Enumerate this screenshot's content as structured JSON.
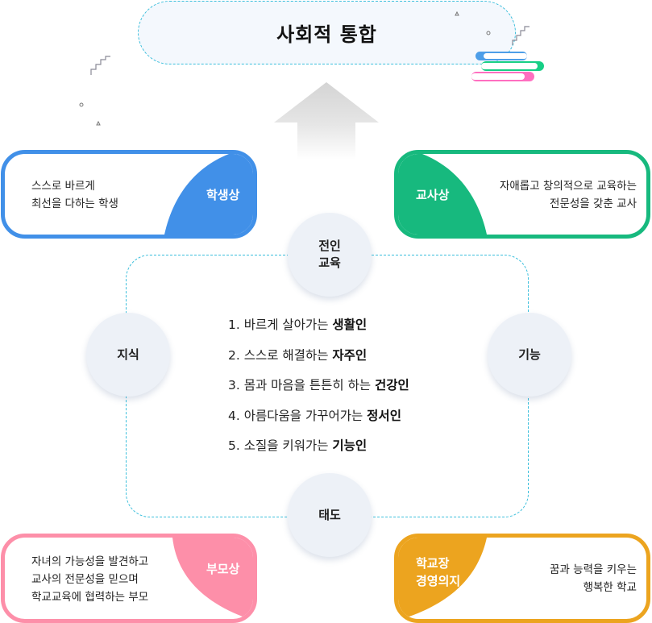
{
  "goal": {
    "title": "사회적 통합"
  },
  "cards": {
    "student": {
      "tag": "학생상",
      "lines": [
        "스스로 바르게",
        "최선을 다하는 학생"
      ],
      "color": "#4190e8"
    },
    "teacher": {
      "tag": "교사상",
      "lines": [
        "자애롭고 창의적으로 교육하는",
        "전문성을 갖춘 교사"
      ],
      "color": "#17b97e"
    },
    "parent": {
      "tag": "부모상",
      "lines": [
        "자녀의 가능성을 발견하고",
        "교사의 전문성을 믿으며",
        "학교교육에 협력하는 부모"
      ],
      "color": "#fd8fa9"
    },
    "school": {
      "tag_lines": [
        "학교장",
        "경영의지"
      ],
      "lines": [
        "꿈과 능력을 키우는",
        "행복한 학교"
      ],
      "color": "#eca41f"
    }
  },
  "circles": {
    "top": {
      "lines": [
        "전인",
        "교육"
      ]
    },
    "left": {
      "label": "지식"
    },
    "right": {
      "label": "기능"
    },
    "bottom": {
      "label": "태도"
    }
  },
  "list": [
    {
      "prefix": "1. 바르게 살아가는 ",
      "bold": "생활인"
    },
    {
      "prefix": "2. 스스로 해결하는 ",
      "bold": "자주인"
    },
    {
      "prefix": "3. 몸과 마음을 튼튼히 하는 ",
      "bold": "건강인"
    },
    {
      "prefix": "4. 아름다움을 가꾸어가는 ",
      "bold": "정서인"
    },
    {
      "prefix": "5. 소질을 키워가는 ",
      "bold": "기능인"
    }
  ],
  "colors": {
    "dash": "#3bbfdc",
    "circle_bg": "#edf1f7",
    "goal_bg": "#f4f8fd"
  }
}
